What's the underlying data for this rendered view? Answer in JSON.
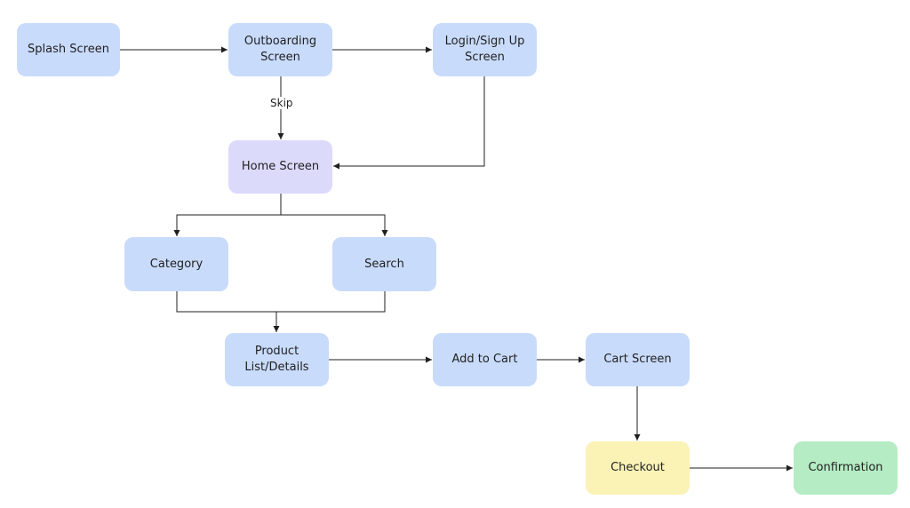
{
  "nodes": {
    "splash": "Splash Screen",
    "outboarding": "Outboarding Screen",
    "login": "Login/Sign Up Screen",
    "home": "Home Screen",
    "category": "Category",
    "search": "Search",
    "product": "Product List/Details",
    "add_to_cart": "Add to Cart",
    "cart": "Cart Screen",
    "checkout": "Checkout",
    "confirmation": "Confirmation"
  },
  "edge_labels": {
    "skip": "Skip"
  },
  "colors": {
    "default_node": "#c9dbfb",
    "home_node": "#dcdafb",
    "checkout_node": "#fbf3b6",
    "confirmation_node": "#b5ecc4",
    "edge": "#1f1f1f"
  }
}
